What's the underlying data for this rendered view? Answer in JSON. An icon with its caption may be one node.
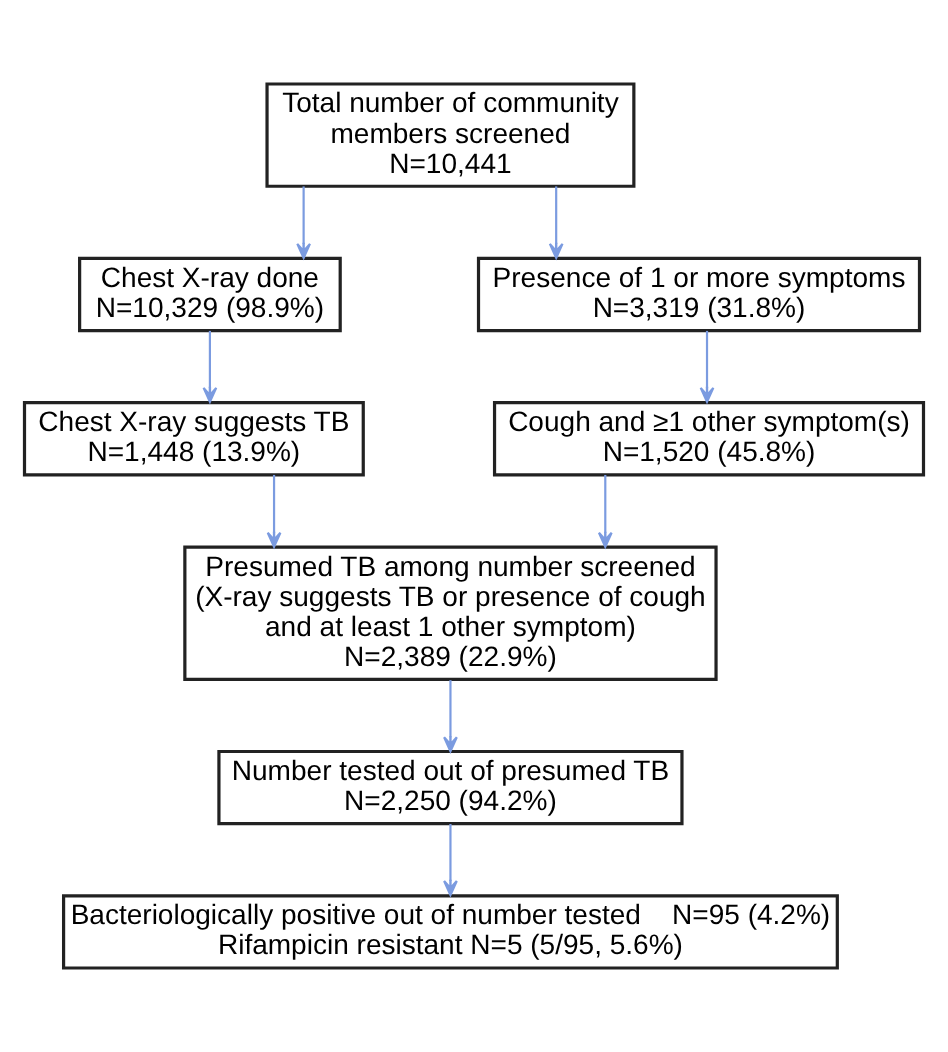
{
  "diagram": {
    "nodes": [
      {
        "text": [
          "Total number of community members screened",
          "N=10,441"
        ]
      },
      {
        "text": [
          "Chest X-ray done",
          "N=10,329 (98.9%)"
        ]
      },
      {
        "text": [
          "Presence of 1 or more symptoms",
          "N=3,319 (31.8%)"
        ]
      },
      {
        "text": [
          "Chest X-ray suggests TB",
          "N=1,448 (13.9%)"
        ]
      },
      {
        "text": [
          "Cough and ≥1 other symptom(s)",
          "N=1,520 (45.8%)"
        ]
      },
      {
        "text": [
          "Presumed TB among number screened",
          "(X-ray suggests TB or presence of cough and at least 1 other symptom)",
          "N=2,389 (22.9%)"
        ]
      },
      {
        "text": [
          "Number tested out of presumed TB",
          "N=2,250 (94.2%)"
        ]
      },
      {
        "text": [
          "Bacteriologically positive out of number tested    N=95 (4.2%)",
          "Rifampicin resistant N=5 (5/95, 5.6%)"
        ]
      }
    ],
    "edges": [
      {
        "from": 0,
        "to": 1,
        "arrow": "to"
      },
      {
        "from": 0,
        "to": 2,
        "arrow": "to"
      },
      {
        "from": 1,
        "to": 3,
        "arrow": "to"
      },
      {
        "from": 2,
        "to": 4,
        "arrow": "to"
      },
      {
        "from": 3,
        "to": 5,
        "arrow": "to"
      },
      {
        "from": 4,
        "to": 5,
        "arrow": "to"
      },
      {
        "from": 5,
        "to": 6,
        "arrow": "to"
      },
      {
        "from": 6,
        "to": 7,
        "arrow": "to"
      }
    ]
  }
}
